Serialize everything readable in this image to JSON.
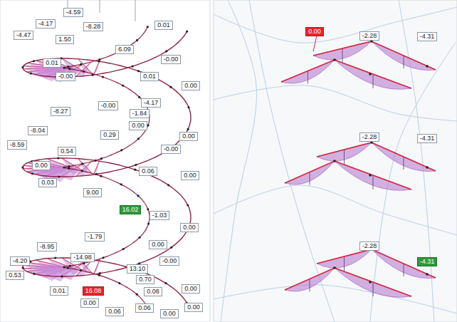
{
  "diagram": {
    "labels": [
      "-4.59",
      "-4.17",
      "-8.28",
      "0.01",
      "-4.47",
      "1.50",
      "6.09",
      "-0.00",
      "0.01",
      "0.01",
      "0.00",
      "-0.00",
      "-0.00",
      "-4.17",
      "-8.27",
      "-1.84",
      "0.00",
      "0.00",
      "-8.04",
      "-8.59",
      "0.29",
      "0.54",
      "-0.00",
      "0.00",
      "0.06",
      "0.00",
      "0.03",
      "9.00",
      "16.02",
      "-1.03",
      "0.00",
      "-1.79",
      "0.00",
      "-0.00",
      "-8.95",
      "-14.98",
      "-4.20",
      "13.10",
      "0.53",
      "0.70",
      "0.00",
      "0.01",
      "16.08",
      "0.08",
      "0.00",
      "0.06",
      "0.06",
      "0.00",
      "0.00",
      "0.00",
      "-2.28",
      "-4.31",
      "-2.28",
      "-4.31",
      "-2.28",
      "-4.31"
    ]
  }
}
